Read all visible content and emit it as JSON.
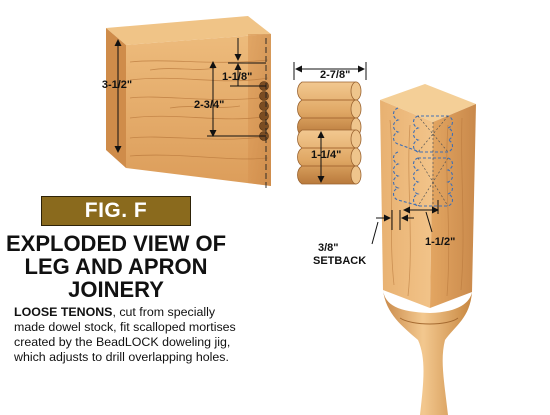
{
  "figure": {
    "label": "FIG. F",
    "title_lines": [
      "EXPLODED VIEW OF",
      "LEG AND APRON",
      "JOINERY"
    ],
    "caption_lead": "LOOSE TENONS",
    "caption_body": ", cut from specially made dowel stock, fit scalloped mortises created by the BeadLOCK doweling jig, which adjusts to drill overlapping holes."
  },
  "dimensions": {
    "apron_height": "3-1/2\"",
    "top_offset": "1-1/8\"",
    "mortise_span": "2-3/4\"",
    "tenon_length": "2-7/8\"",
    "tenon_width": "1-1/4\"",
    "leg_setback_value": "3/8\"",
    "leg_setback_label": "SETBACK",
    "leg_offset": "1-1/2\""
  },
  "colors": {
    "badge": "#8a6a1d",
    "wood": "#e2a766",
    "wood_dark": "#c98a48"
  }
}
